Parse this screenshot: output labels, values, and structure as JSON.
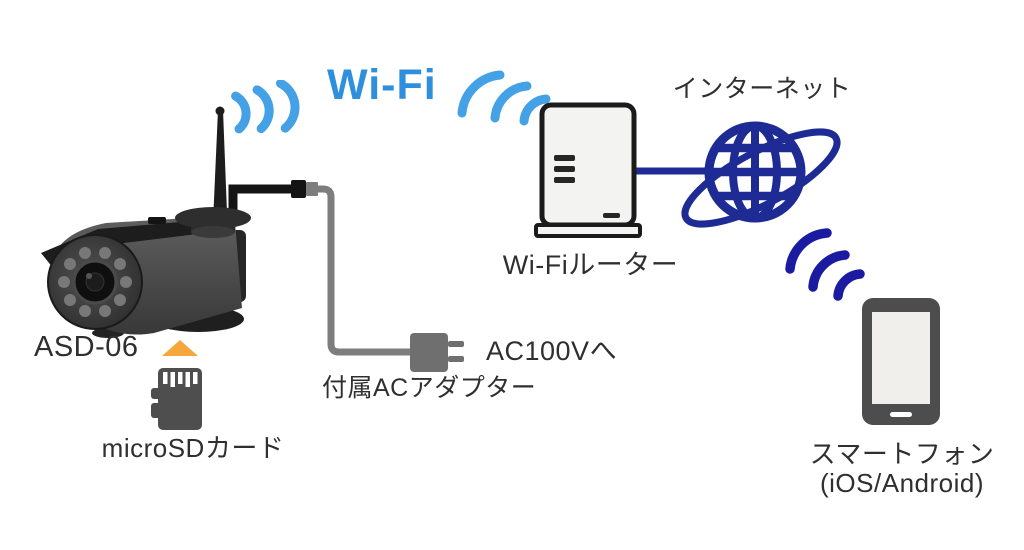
{
  "diagram": {
    "wifi_label": "Wi-Fi",
    "camera": {
      "label": "ASD-06"
    },
    "microsd": {
      "label": "microSDカード"
    },
    "adapter": {
      "label": "付属ACアダプター",
      "outlet_label": "AC100Vへ"
    },
    "router": {
      "label": "Wi-Fiルーター"
    },
    "internet": {
      "label": "インターネット"
    },
    "smartphone": {
      "label": "スマートフォン",
      "os_label": "(iOS/Android)"
    },
    "colors": {
      "wifi_text_blue": "#2e90dd",
      "wifi_wave_blue": "#45a1e6",
      "internet_navy": "#1e2b94",
      "phone_wave_navy": "#1b1ba2",
      "cable_gray": "#7d7d7d",
      "cable_black": "#141414",
      "label_text": "#2f2f2f",
      "sd_arrow_orange": "#f5a73b"
    }
  }
}
